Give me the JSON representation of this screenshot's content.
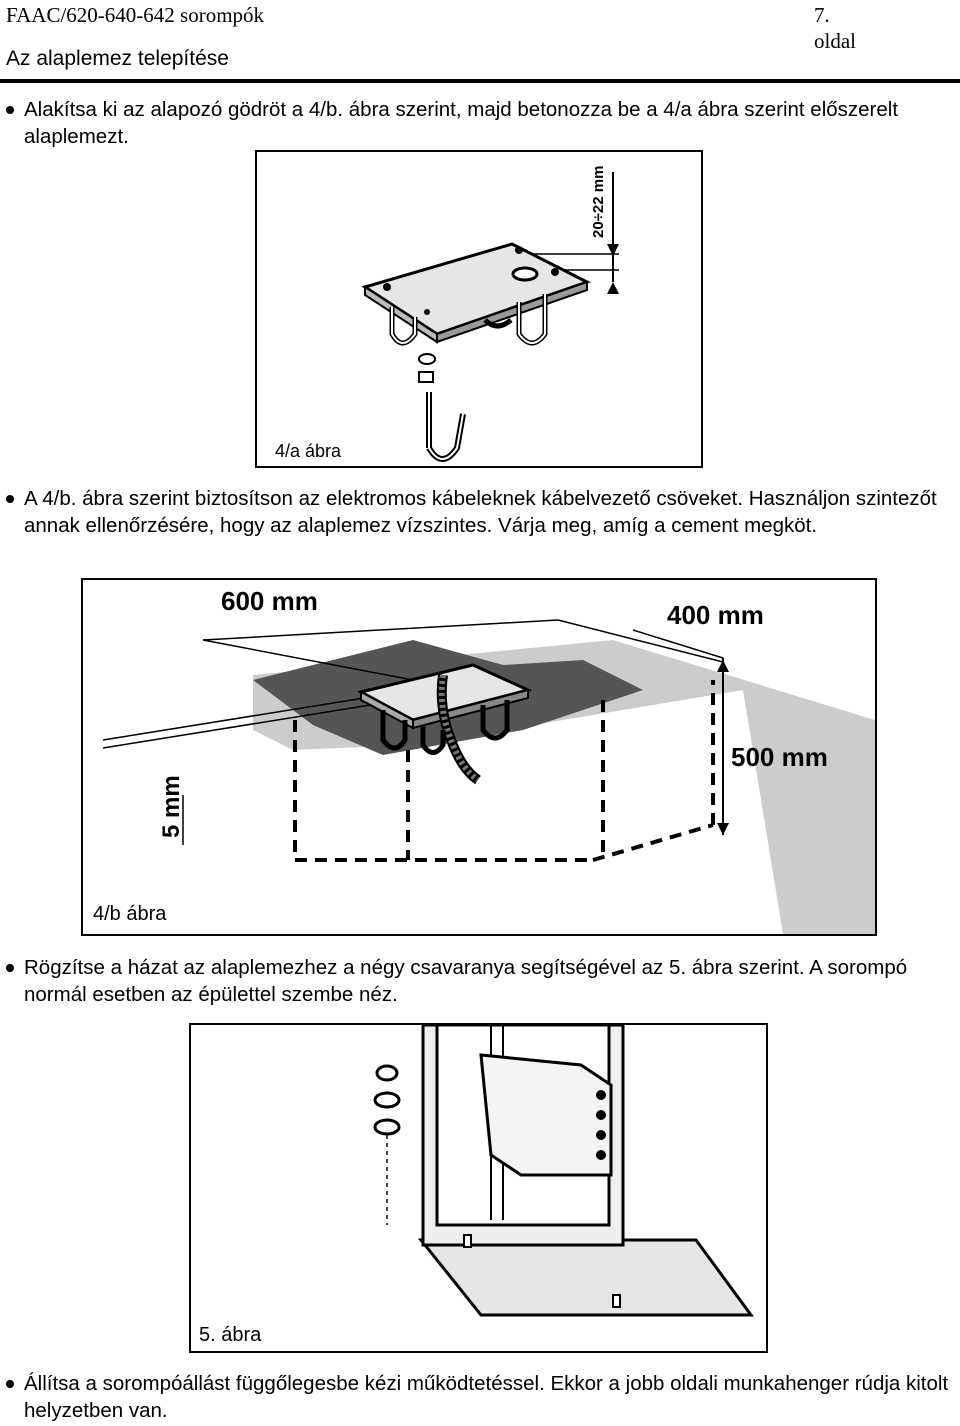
{
  "header": {
    "title": "FAAC/620-640-642 sorompók",
    "page": "7. oldal"
  },
  "section_title": "Az alaplemez telepítése",
  "bullets": [
    "Alakítsa ki az alapozó gödröt a 4/b. ábra szerint, majd betonozza be a 4/a ábra szerint előszerelt alaplemezt.",
    "A 4/b. ábra szerint biztosítson az elektromos kábeleknek kábelvezető csöveket. Használjon szintezőt annak ellenőrzésére, hogy az alaplemez vízszintes. Várja meg, amíg a cement megköt.",
    "Rögzítse a házat az alaplemezhez a négy csavaranya segítségével az 5. ábra szerint. A sorompó normál esetben az épülettel szembe néz.",
    "Állítsa a sorompóállást függőlegesbe kézi működtetéssel. Ekkor a jobb oldali munkahenger rúdja kitolt helyzetben van."
  ],
  "figures": {
    "fig4a": {
      "caption": "4/a ábra",
      "dimension": "20÷22 mm"
    },
    "fig4b": {
      "caption": "4/b ábra",
      "dim_width": "600 mm",
      "dim_depth": "400 mm",
      "dim_height": "500 mm",
      "dim_small": "5 mm"
    },
    "fig5": {
      "caption": "5. ábra"
    }
  }
}
